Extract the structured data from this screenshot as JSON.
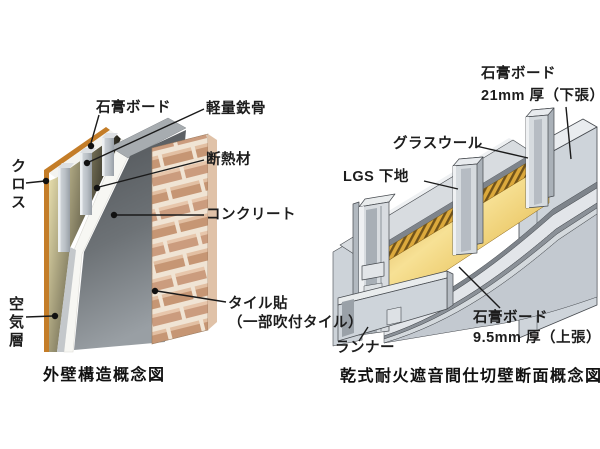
{
  "page": {
    "background": "#ffffff"
  },
  "left_diagram": {
    "caption": "外壁構造概念図",
    "labels": {
      "cloth": "クロス",
      "air_layer": "空気層",
      "gypsum_board": "石膏ボード",
      "light_steel_frame": "軽量鉄骨",
      "insulation": "断熱材",
      "concrete": "コンクリート",
      "tile_line1": "タイル貼",
      "tile_line2": "（一部吹付タイル）"
    },
    "colors": {
      "cloth_yellow": "#f5e8a6",
      "cloth_edge_orange": "#c47d28",
      "steel_gray": "#b9bfc5",
      "concrete_dark": "#55595d",
      "brick_tan": "#cb9c7e"
    }
  },
  "right_diagram": {
    "caption": "乾式耐火遮音間仕切壁断面概念図",
    "labels": {
      "gypsum_21_line1": "石膏ボード",
      "gypsum_21_line2": "21mm 厚（下張）",
      "glass_wool": "グラスウール",
      "lgs_base": "LGS 下地",
      "gypsum_95_line1": "石膏ボード",
      "gypsum_95_line2": "9.5mm 厚（上張）",
      "runner": "ランナー"
    },
    "colors": {
      "board_gray": "#ced4da",
      "glass_wool_gold": "#e8bc55"
    }
  }
}
